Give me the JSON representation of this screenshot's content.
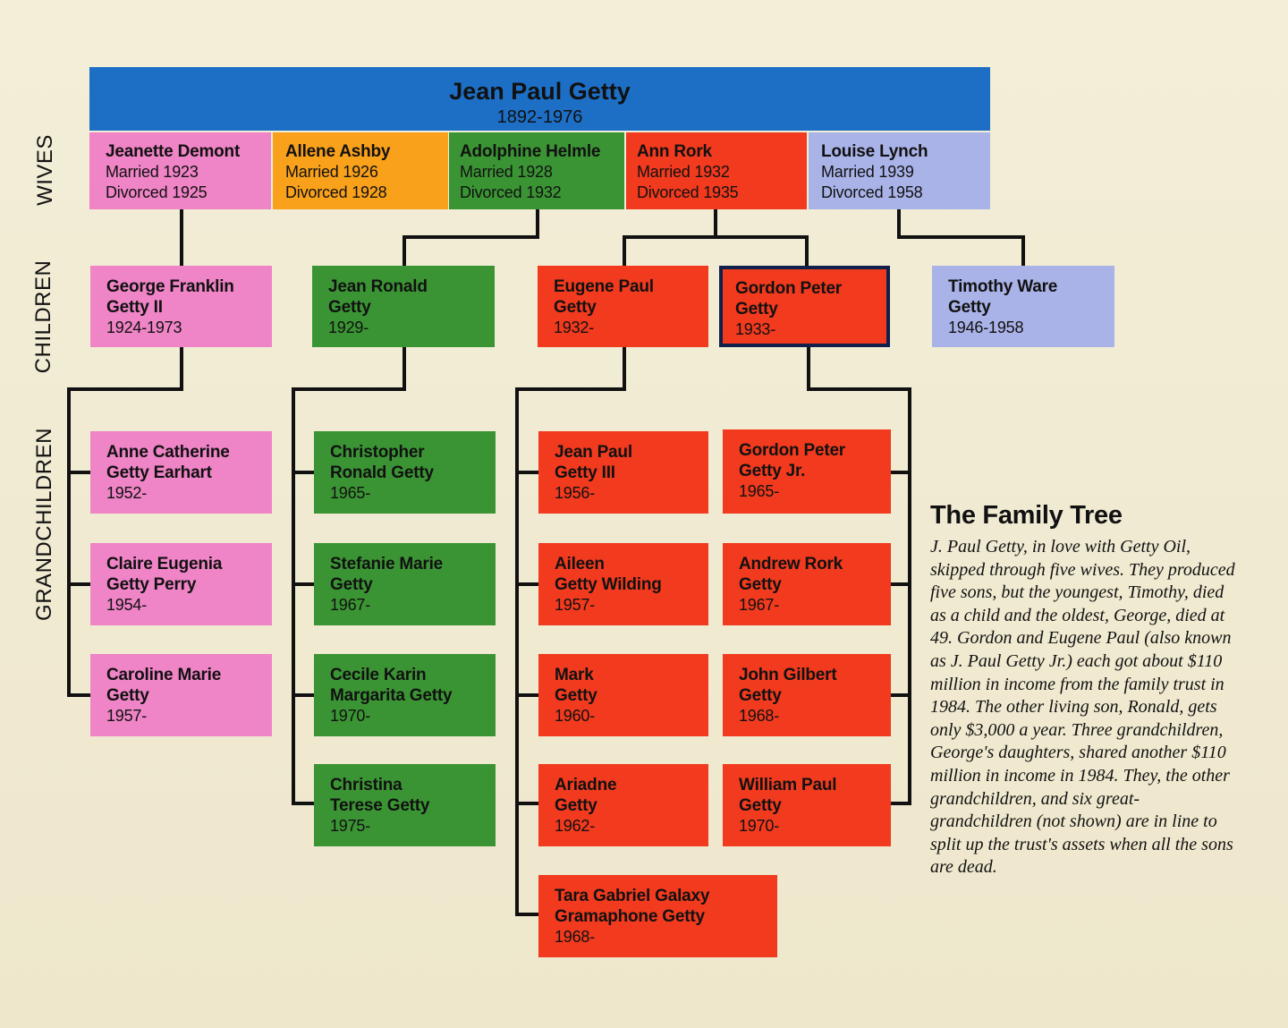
{
  "root": {
    "name": "Jean Paul Getty",
    "years": "1892-1976"
  },
  "row_labels": {
    "wives": "WIVES",
    "children": "CHILDREN",
    "grandchildren": "GRANDCHILDREN"
  },
  "wives": [
    {
      "name": "Jeanette Demont",
      "married": "Married 1923",
      "divorced": "Divorced 1925"
    },
    {
      "name": "Allene Ashby",
      "married": "Married 1926",
      "divorced": "Divorced 1928"
    },
    {
      "name": "Adolphine Helmle",
      "married": "Married 1928",
      "divorced": "Divorced 1932"
    },
    {
      "name": "Ann Rork",
      "married": "Married 1932",
      "divorced": "Divorced 1935"
    },
    {
      "name": "Louise Lynch",
      "married": "Married 1939",
      "divorced": "Divorced 1958"
    }
  ],
  "children": [
    {
      "name": "George Franklin\nGetty II",
      "years": "1924-1973"
    },
    {
      "name": "Jean Ronald\nGetty",
      "years": "1929-"
    },
    {
      "name": "Eugene Paul\nGetty",
      "years": "1932-"
    },
    {
      "name": "Gordon Peter\nGetty",
      "years": "1933-"
    },
    {
      "name": "Timothy Ware\nGetty",
      "years": "1946-1958"
    }
  ],
  "grandchildren": {
    "george": [
      {
        "name": "Anne Catherine\nGetty Earhart",
        "years": "1952-"
      },
      {
        "name": "Claire Eugenia\nGetty Perry",
        "years": "1954-"
      },
      {
        "name": "Caroline Marie\nGetty",
        "years": "1957-"
      }
    ],
    "ronald": [
      {
        "name": "Christopher\nRonald Getty",
        "years": "1965-"
      },
      {
        "name": "Stefanie Marie\nGetty",
        "years": "1967-"
      },
      {
        "name": "Cecile Karin\nMargarita Getty",
        "years": "1970-"
      },
      {
        "name": "Christina\nTerese Getty",
        "years": "1975-"
      }
    ],
    "eugene": [
      {
        "name": "Jean Paul\nGetty III",
        "years": "1956-"
      },
      {
        "name": "Aileen\nGetty Wilding",
        "years": "1957-"
      },
      {
        "name": "Mark\nGetty",
        "years": "1960-"
      },
      {
        "name": "Ariadne\nGetty",
        "years": "1962-"
      },
      {
        "name": "Tara Gabriel Galaxy\nGramaphone Getty",
        "years": "1968-"
      }
    ],
    "gordon": [
      {
        "name": "Gordon Peter\nGetty Jr.",
        "years": "1965-"
      },
      {
        "name": "Andrew Rork\nGetty",
        "years": "1967-"
      },
      {
        "name": "John Gilbert\nGetty",
        "years": "1968-"
      },
      {
        "name": "William Paul\nGetty",
        "years": "1970-"
      }
    ]
  },
  "caption": {
    "title": "The Family Tree",
    "body": "J. Paul Getty, in love with Getty Oil, skipped through five wives. They produced five sons, but the youngest, Timothy, died as a child and the oldest, George, died at 49. Gordon and Eugene Paul (also known as J. Paul Getty Jr.) each got about $110 million in income from the family trust in 1984. The other living son, Ronald, gets only $3,000 a year. Three grandchildren, George's daughters, shared another $110 million in income in 1984. They, the other grandchildren, and six great-grandchildren (not shown) are in line to split up the trust's assets when all the sons are dead."
  },
  "colors": {
    "root": "#1d6fc6",
    "pink": "#ef84c6",
    "orange": "#f9a11b",
    "green": "#3b9434",
    "red": "#f23a1e",
    "lavender": "#aab3e8"
  }
}
